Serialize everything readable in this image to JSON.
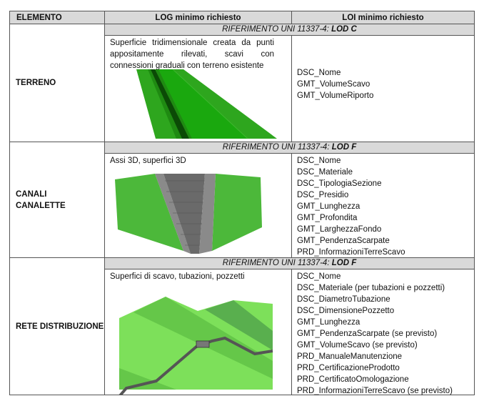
{
  "headers": {
    "elemento": "ELEMENTO",
    "log": "LOG minimo richiesto",
    "loi": "LOI minimo richiesto"
  },
  "rows": [
    {
      "elemento": "TERRENO",
      "ref_prefix": "RIFERIMENTO UNI 11337-4: ",
      "ref_lod": "LOD C",
      "log": "Superficie tridimensionale creata da punti appositamente rilevati, scavi con connessioni graduali con terreno esistente",
      "loi": [
        "DSC_Nome",
        "GMT_VolumeScavo",
        "GMT_VolumeRiporto"
      ]
    },
    {
      "elemento": "CANALI\nCANALETTE",
      "elemento_lines": [
        "CANALI",
        "CANALETTE"
      ],
      "ref_prefix": "RIFERIMENTO UNI 11337-4: ",
      "ref_lod": "LOD F",
      "log": "Assi 3D, superfici 3D",
      "loi": [
        "DSC_Nome",
        "DSC_Materiale",
        "DSC_TipologiaSezione",
        "DSC_Presidio",
        "GMT_Lunghezza",
        "GMT_Profondita",
        "GMT_LarghezzaFondo",
        "GMT_PendenzaScarpate",
        "PRD_InformazioniTerreScavo"
      ]
    },
    {
      "elemento": "RETE DISTRIBUZIONE",
      "ref_prefix": "RIFERIMENTO UNI 11337-4: ",
      "ref_lod": "LOD F",
      "log": "Superfici di scavo, tubazioni, pozzetti",
      "loi": [
        "DSC_Nome",
        "DSC_Materiale (per tubazioni e pozzetti)",
        "DSC_DiametroTubazione",
        "DSC_DimensionePozzetto",
        "GMT_Lunghezza",
        "GMT_PendenzaScarpate (se previsto)",
        "GMT_VolumeScavo (se previsto)",
        "PRD_ManualeManutenzione",
        "PRD_CertificazioneProdotto",
        "PRD_CertificatoOmologazione",
        "PRD_InformazioniTerreScavo (se previsto)"
      ]
    }
  ]
}
